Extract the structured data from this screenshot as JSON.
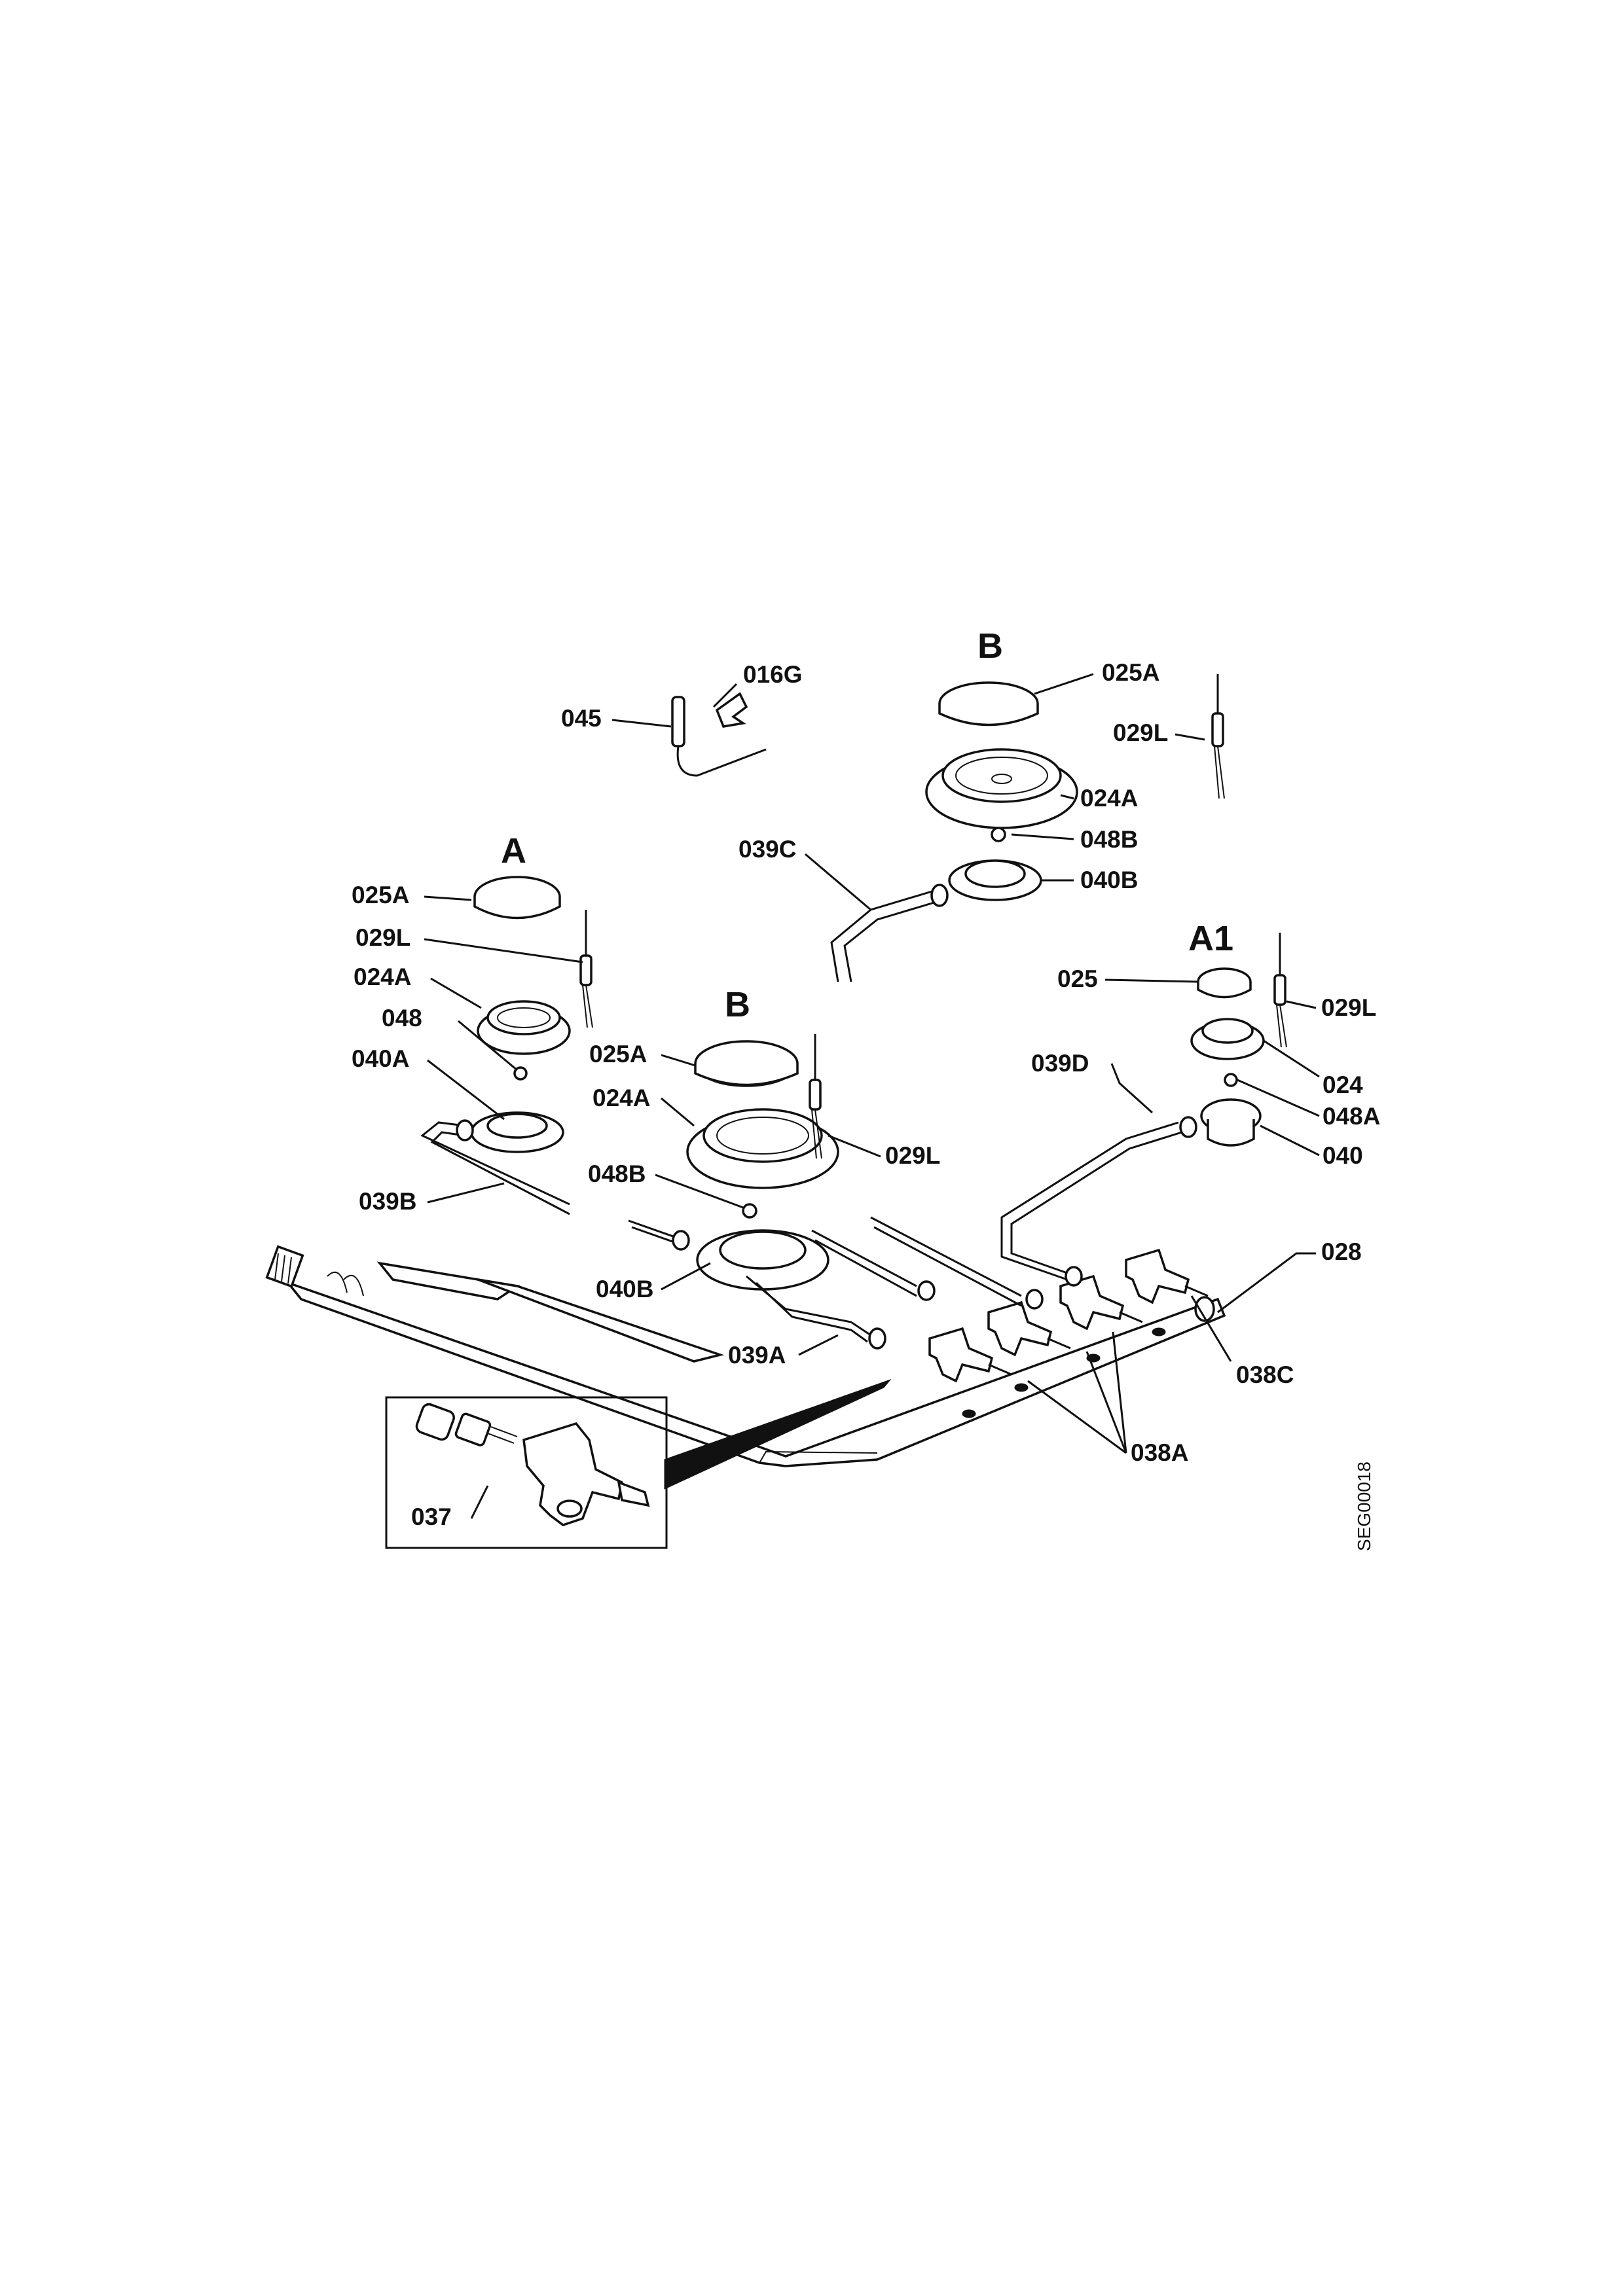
{
  "drawing_code": "SEG00018",
  "group_labels": {
    "a": "A",
    "b_top": "B",
    "b_mid": "B",
    "a1": "A1"
  },
  "part_labels": {
    "p016g": "016G",
    "p045": "045",
    "p025a_top": "025A",
    "p029l_top": "029L",
    "p024a_top": "024A",
    "p048b_top": "048B",
    "p039c": "039C",
    "p040b_top": "040B",
    "p025a_left": "025A",
    "p029l_left": "029L",
    "p024a_left": "024A",
    "p048": "048",
    "p040a": "040A",
    "p039b": "039B",
    "p025a_mid": "025A",
    "p024a_mid": "024A",
    "p029l_mid": "029L",
    "p048b_mid": "048B",
    "p040b_mid": "040B",
    "p039a": "039A",
    "p025": "025",
    "p029l_right": "029L",
    "p039d": "039D",
    "p024": "024",
    "p048a": "048A",
    "p040": "040",
    "p028": "028",
    "p038c": "038C",
    "p038a": "038A",
    "p037": "037"
  }
}
